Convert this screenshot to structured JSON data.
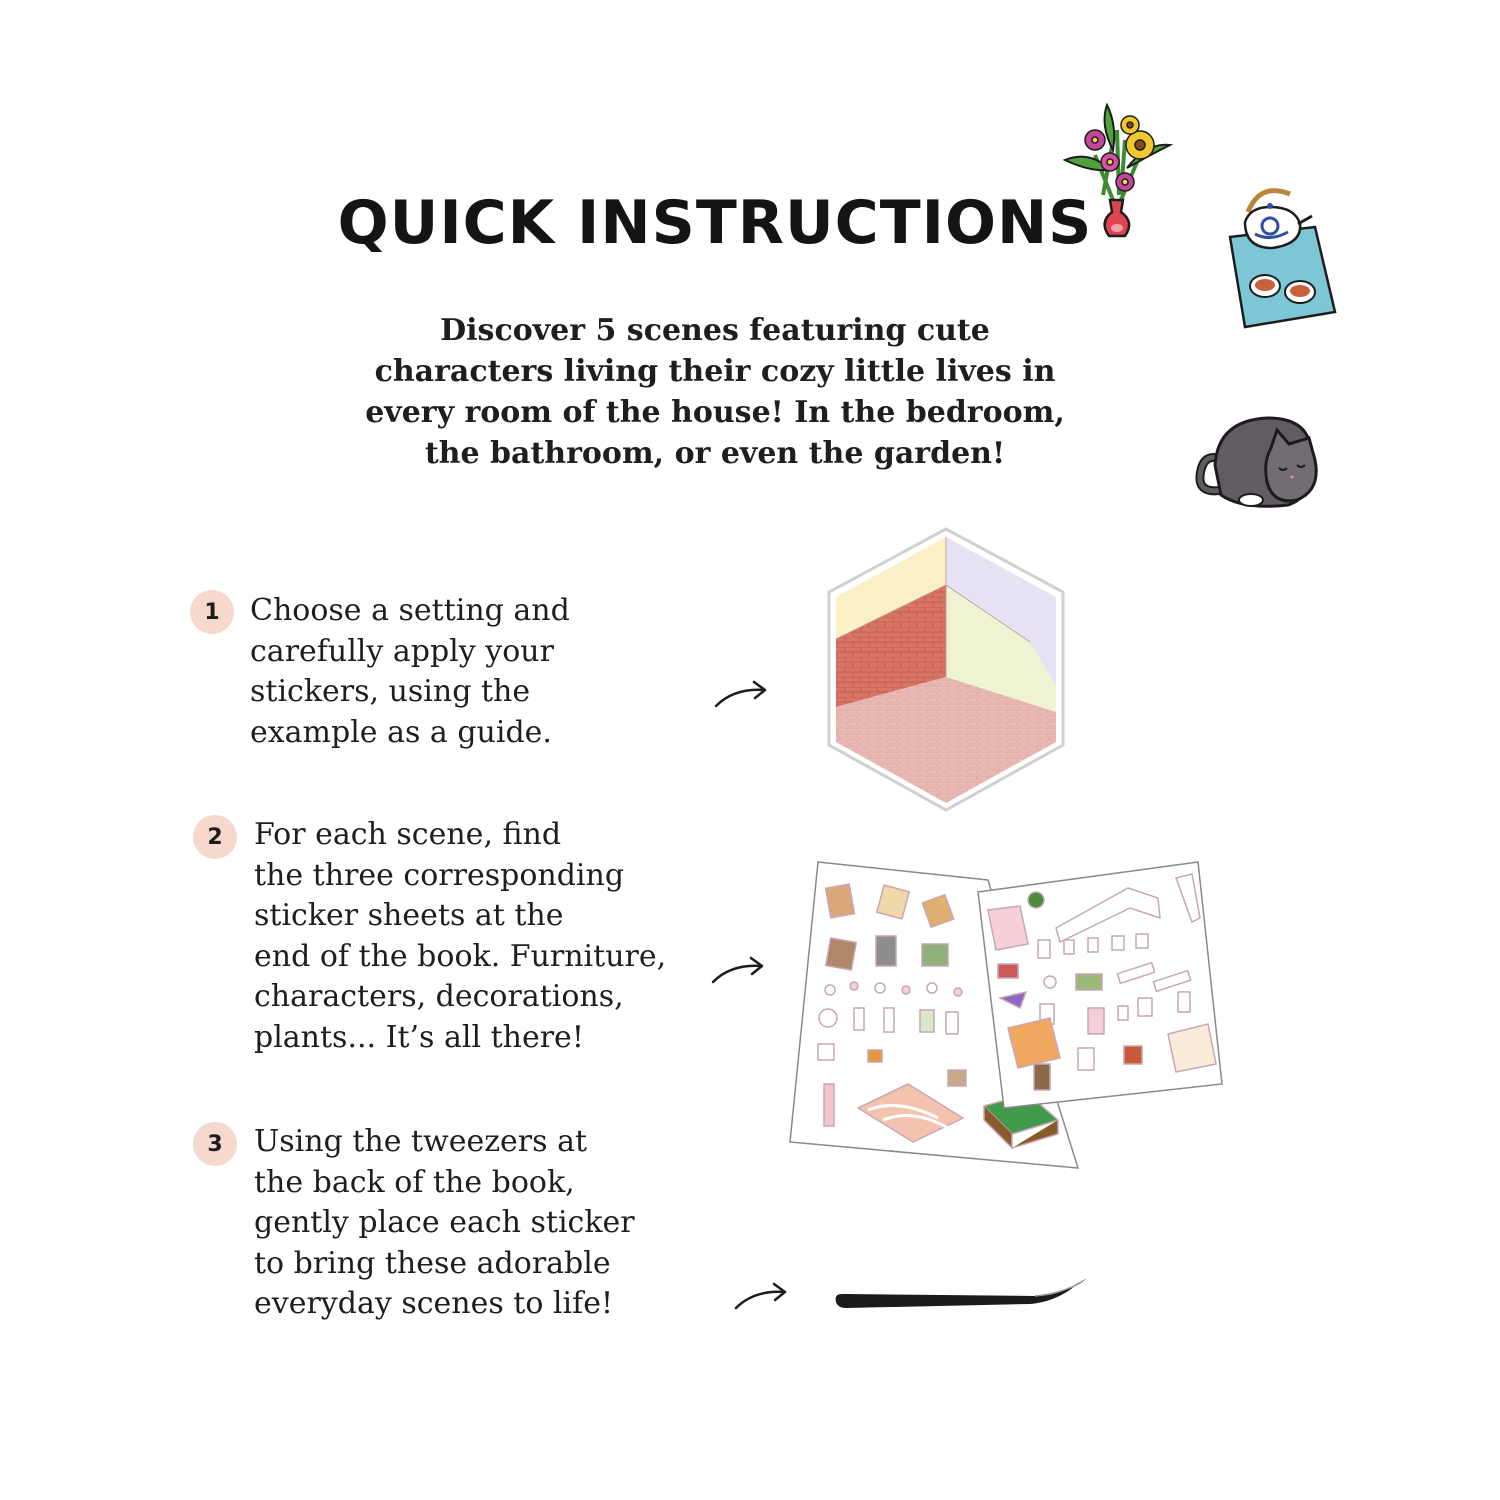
{
  "title": "QUICK INSTRUCTIONS",
  "intro": "Discover 5 scenes featuring cute characters living their cozy little lives in every room of the house! In the bedroom, the bathroom, or even the garden!",
  "steps": [
    {
      "number": "1",
      "text": "Choose a setting and\ncarefully apply your\nstickers, using the\nexample as a guide."
    },
    {
      "number": "2",
      "text": "For each scene, find\nthe three corresponding\nsticker sheets at the\nend of the book. Furniture,\ncharacters, decorations,\nplants... It’s all there!"
    },
    {
      "number": "3",
      "text": "Using the tweezers at\nthe back of the book,\ngently place each sticker\nto bring these adorable\neveryday scenes to life!"
    }
  ],
  "colors": {
    "badge": "#f6d8cc",
    "brick": "#d87565",
    "floor": "#e9b9b4",
    "wall_yellow": "#fbefc6",
    "wall_lavender": "#e6e2f3",
    "wall_green": "#eef3d2",
    "tray": "#7cc6d6"
  },
  "icons": [
    "flower-vase-icon",
    "teapot-tray-icon",
    "sleeping-cat-icon",
    "arrow-icon",
    "tweezers-icon"
  ]
}
